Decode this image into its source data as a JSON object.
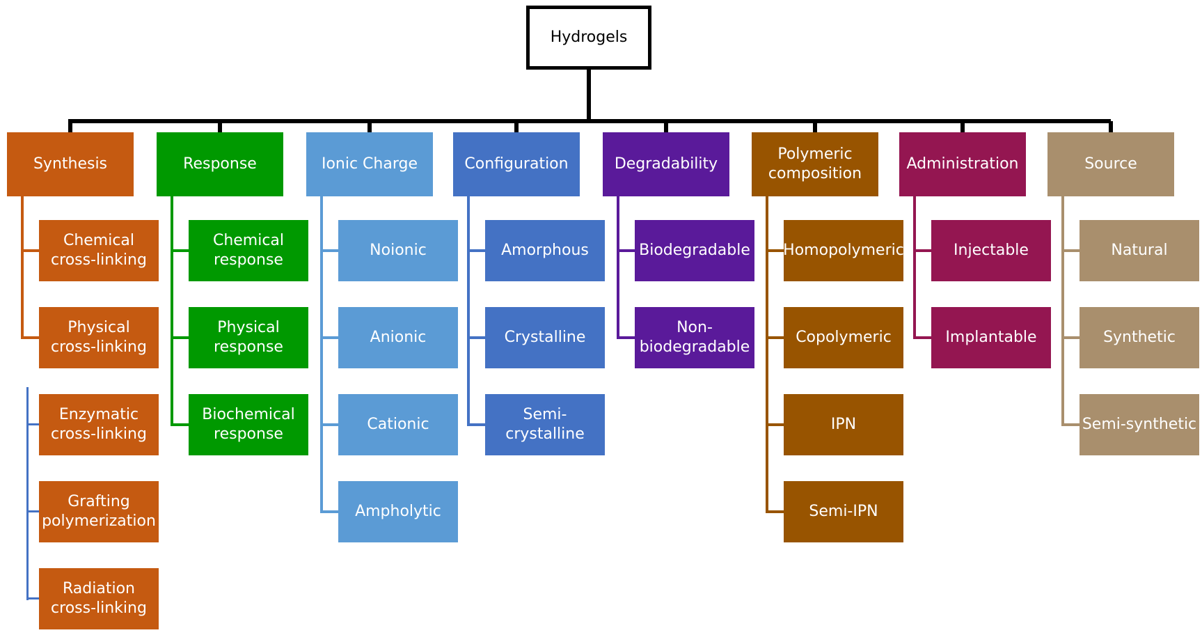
{
  "root": {
    "label": "Hydrogels"
  },
  "categories": [
    {
      "label": "Synthesis",
      "color": "#C55A11",
      "children": [
        "Chemical\ncross-linking",
        "Physical\ncross-linking",
        "Enzymatic\ncross-linking",
        "Grafting\npolymerization",
        "Radiation\ncross-linking"
      ]
    },
    {
      "label": "Response",
      "color": "#009900",
      "children": [
        "Chemical\nresponse",
        "Physical\nresponse",
        "Biochemical\nresponse"
      ]
    },
    {
      "label": "Ionic Charge",
      "color": "#5B9BD5",
      "children": [
        "Noionic",
        "Anionic",
        "Cationic",
        "Ampholytic"
      ]
    },
    {
      "label": "Configuration",
      "color": "#4472C4",
      "children": [
        "Amorphous",
        "Crystalline",
        "Semi-crystalline"
      ]
    },
    {
      "label": "Degradability",
      "color": "#5A1A9A",
      "children": [
        "Biodegradable",
        "Non-\nbiodegradable"
      ]
    },
    {
      "label": "Polymeric\ncomposition",
      "color": "#985400",
      "children": [
        "Homopolymeric",
        "Copolymeric",
        "IPN",
        "Semi-IPN"
      ]
    },
    {
      "label": "Administration",
      "color": "#941651",
      "children": [
        "Injectable",
        "Implantable"
      ]
    },
    {
      "label": "Source",
      "color": "#A98F6D",
      "children": [
        "Natural",
        "Synthetic",
        "Semi-synthetic"
      ]
    }
  ],
  "colors": {
    "connector": "#000000",
    "synthesis_lower_line": "#4472C4"
  }
}
